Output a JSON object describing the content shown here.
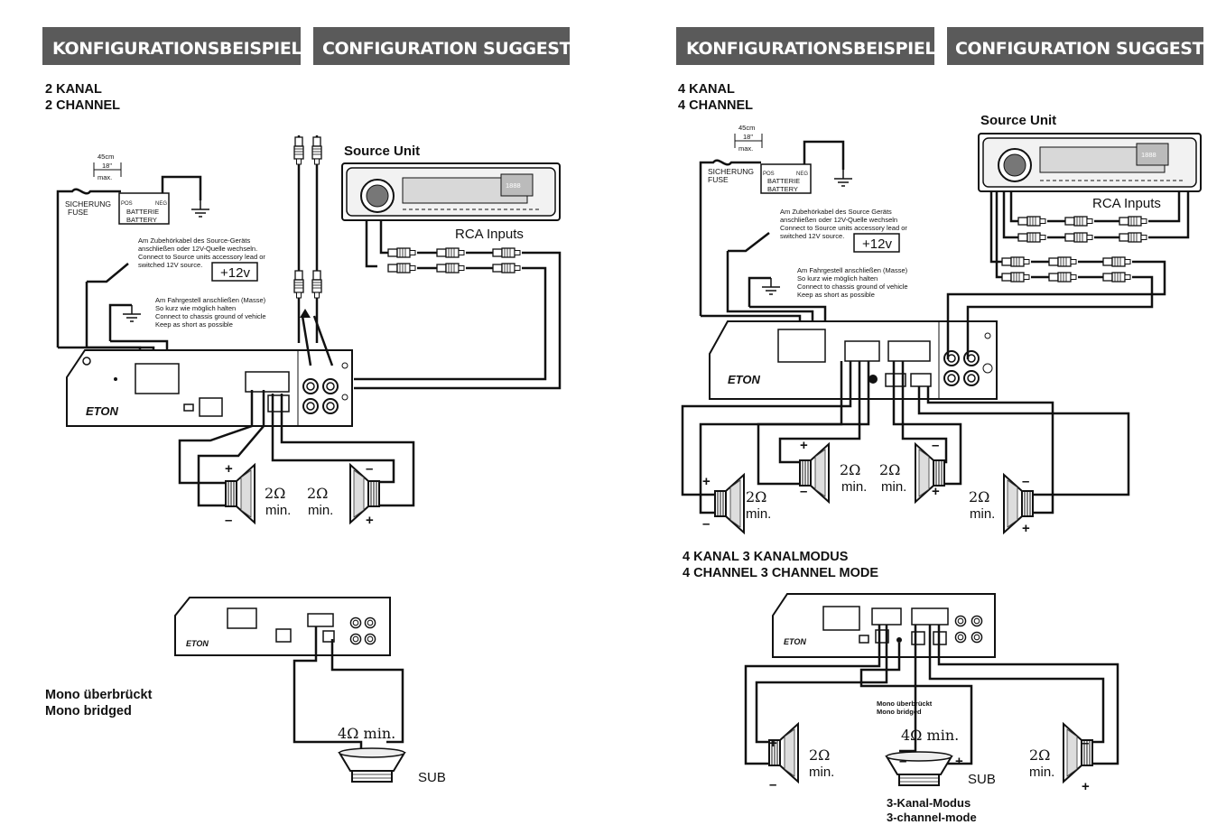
{
  "headers": {
    "left_de": "KONFIGURATIONSBEISPIELE",
    "left_en": "CONFIGURATION SUGGESTIONS",
    "right_de": "KONFIGURATIONSBEISPIELE",
    "right_en": "CONFIGURATION SUGGESTIONS"
  },
  "sections": {
    "two_ch_de": "2 KANAL",
    "two_ch_en": "2 CHANNEL",
    "four_ch_de": "4 KANAL",
    "four_ch_en": "4 CHANNEL",
    "three_ch_de": "4 KANAL   3 KANALMODUS",
    "three_ch_en": "4 CHANNEL   3 CHANNEL MODE",
    "mono_de": "Mono überbrückt",
    "mono_en": "Mono bridged"
  },
  "labels": {
    "source_unit": "Source Unit",
    "rca_inputs": "RCA Inputs",
    "fuse_de": "SICHERUNG",
    "fuse_en": "FUSE",
    "dist_cm": "45cm",
    "dist_in": "18\"",
    "dist_max": "max.",
    "pos": "POS",
    "neg": "NEG",
    "battery_de": "BATTERIE",
    "battery_en": "BATTERY",
    "remote_text": [
      "Am Zubehörkabel des Source-Geräts",
      "anschließen oder 12V-Quelle wechseln.",
      "Connect to Source units accessory lead or",
      "switched 12V source."
    ],
    "remote_text_4ch": [
      "Am Zubehörkabel des Source Geräts",
      "anschließen oder 12V-Quelle wechseln",
      "Connect to Source units accessory lead or",
      "switched 12V source."
    ],
    "v12": "+12v",
    "ground_text": [
      "Am Fahrgestell anschließen (Masse)",
      "So kurz wie möglich halten",
      "Connect to chassis ground of vehicle",
      "Keep as short as possible"
    ],
    "brand": "ETON",
    "ohm2": "2Ω",
    "ohm4": "4Ω min.",
    "min": "min.",
    "sub": "SUB",
    "mono_bridged_small_de": "Mono überbrückt",
    "mono_bridged_small_en": "Mono bridged",
    "mode3_de": "3-Kanal-Modus",
    "mode3_en": "3-channel-mode",
    "plus": "+",
    "minus": "–",
    "display": "1888"
  },
  "colors": {
    "header_bg": "#5a5a5a",
    "line": "#111111"
  }
}
